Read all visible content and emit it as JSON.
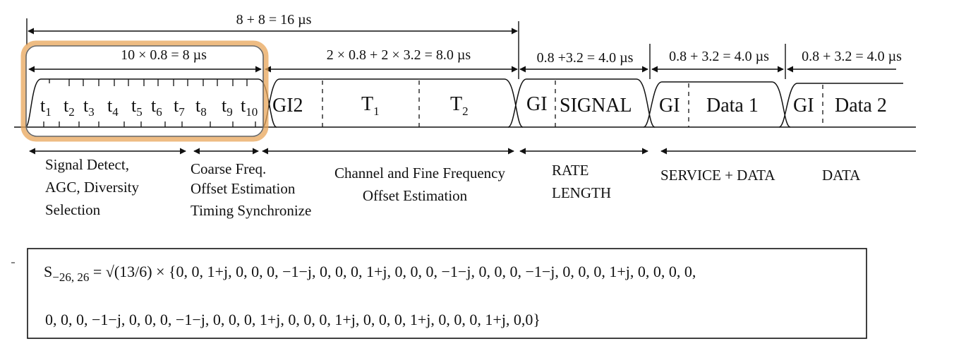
{
  "colors": {
    "highlight": "#e8a55a",
    "highlight_inner": "#777777",
    "line": "#111111"
  },
  "dimensions": {
    "total": "8 + 8 = 16 µs",
    "short_training": "10 × 0.8 = 8 µs",
    "long_training": "2 × 0.8 + 2 × 3.2 = 8.0 µs",
    "signal": "0.8 +3.2 = 4.0 µs",
    "data1": "0.8 + 3.2 = 4.0 µs",
    "data2": "0.8 + 3.2 = 4.0 µs"
  },
  "short_symbols": [
    {
      "base": "t",
      "sub": "1"
    },
    {
      "base": "t",
      "sub": "2"
    },
    {
      "base": "t",
      "sub": "3"
    },
    {
      "base": "t",
      "sub": "4"
    },
    {
      "base": "t",
      "sub": "5"
    },
    {
      "base": "t",
      "sub": "6"
    },
    {
      "base": "t",
      "sub": "7"
    },
    {
      "base": "t",
      "sub": "8"
    },
    {
      "base": "t",
      "sub": "9"
    },
    {
      "base": "t",
      "sub": "10"
    }
  ],
  "segments": {
    "gi2": "GI2",
    "t1": {
      "base": "T",
      "sub": "1"
    },
    "t2": {
      "base": "T",
      "sub": "2"
    },
    "gi_signal": "GI",
    "signal": "SIGNAL",
    "gi_data1": "GI",
    "data1": "Data 1",
    "gi_data2": "GI",
    "data2": "Data 2"
  },
  "functions": {
    "signal_detect": [
      "Signal Detect,",
      "AGC, Diversity",
      "Selection"
    ],
    "coarse": [
      "Coarse Freq.",
      "Offset Estimation",
      "Timing Synchronize"
    ],
    "channel": [
      "Channel and Fine Frequency",
      "Offset Estimation"
    ],
    "rate": [
      "RATE",
      "LENGTH"
    ],
    "service": "SERVICE + DATA",
    "data": "DATA"
  },
  "equation": {
    "symbol": "S",
    "subscript": "−26, 26",
    "lhs_rest": " = √(13/6) × {0, 0, 1+j, 0, 0, 0, −1−j, 0, 0, 0, 1+j, 0, 0, 0, −1−j, 0, 0, 0, −1−j, 0, 0, 0, 1+j, 0, 0, 0, 0,",
    "line2": "0, 0, 0, −1−j, 0, 0, 0, −1−j, 0, 0, 0, 1+j, 0, 0, 0, 1+j, 0, 0, 0, 1+j, 0, 0, 0, 1+j, 0,0}"
  }
}
